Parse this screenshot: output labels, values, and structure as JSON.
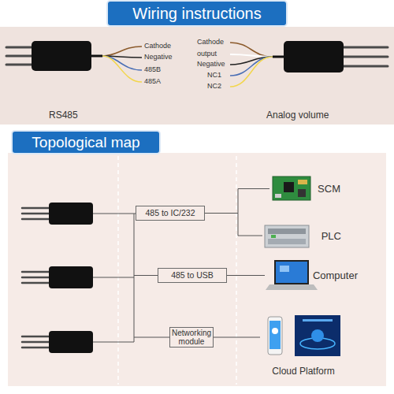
{
  "diagram": {
    "nodes": [
      {
        "text": [
          "Wiring instructions"
        ]
      },
      {
        "text": [
          "Topological map"
        ]
      },
      {
        "text": [
          "485 to IC/232"
        ]
      },
      {
        "text": [
          "485 to USB"
        ]
      },
      {
        "text": [
          "Networking module"
        ]
      },
      {
        "text": [
          "SCM"
        ]
      },
      {
        "text": [
          "PLC"
        ]
      },
      {
        "text": [
          "Computer"
        ]
      },
      {
        "text": [
          "Cloud Platform"
        ]
      }
    ],
    "edges": [
      {
        "from": 2,
        "to": 5,
        "arrow": "none"
      },
      {
        "from": 2,
        "to": 6,
        "arrow": "none"
      },
      {
        "from": 3,
        "to": 7,
        "arrow": "none"
      },
      {
        "from": 4,
        "to": 8,
        "arrow": "none"
      }
    ],
    "labels": [
      "Cathode",
      "Negative",
      "485B",
      "485A",
      "RS485",
      "Cathode",
      "output",
      "Negative",
      "NC1",
      "NC2",
      "Analog volume"
    ]
  }
}
